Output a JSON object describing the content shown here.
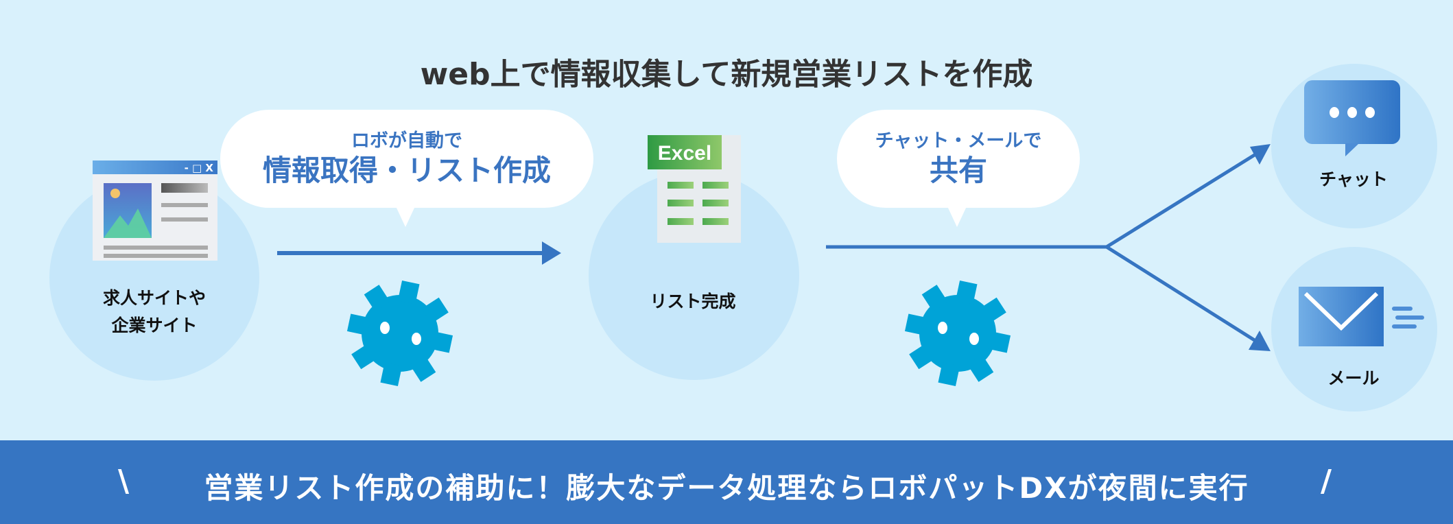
{
  "title": "web上で情報収集して新規営業リストを作成",
  "source": {
    "label_line1": "求人サイトや",
    "label_line2": "企業サイト",
    "window_controls": "- □ X"
  },
  "bubble1": {
    "small": "ロボが自動で",
    "big": "情報取得・リスト作成"
  },
  "result": {
    "label": "リスト完成",
    "excel_badge": "Excel"
  },
  "bubble2": {
    "small": "チャット・メールで",
    "big": "共有"
  },
  "chat": {
    "label": "チャット"
  },
  "mail": {
    "label": "メール"
  },
  "banner": {
    "left_mark": "\\",
    "text": "営業リスト作成の補助に！膨大なデータ処理ならロボパットDXが夜間に実行",
    "right_mark": "/"
  },
  "colors": {
    "background": "#d9f1fc",
    "circle": "#c6e7fa",
    "accent": "#3675c2",
    "gear": "#00a3d7",
    "excel": "#2e9a43"
  }
}
